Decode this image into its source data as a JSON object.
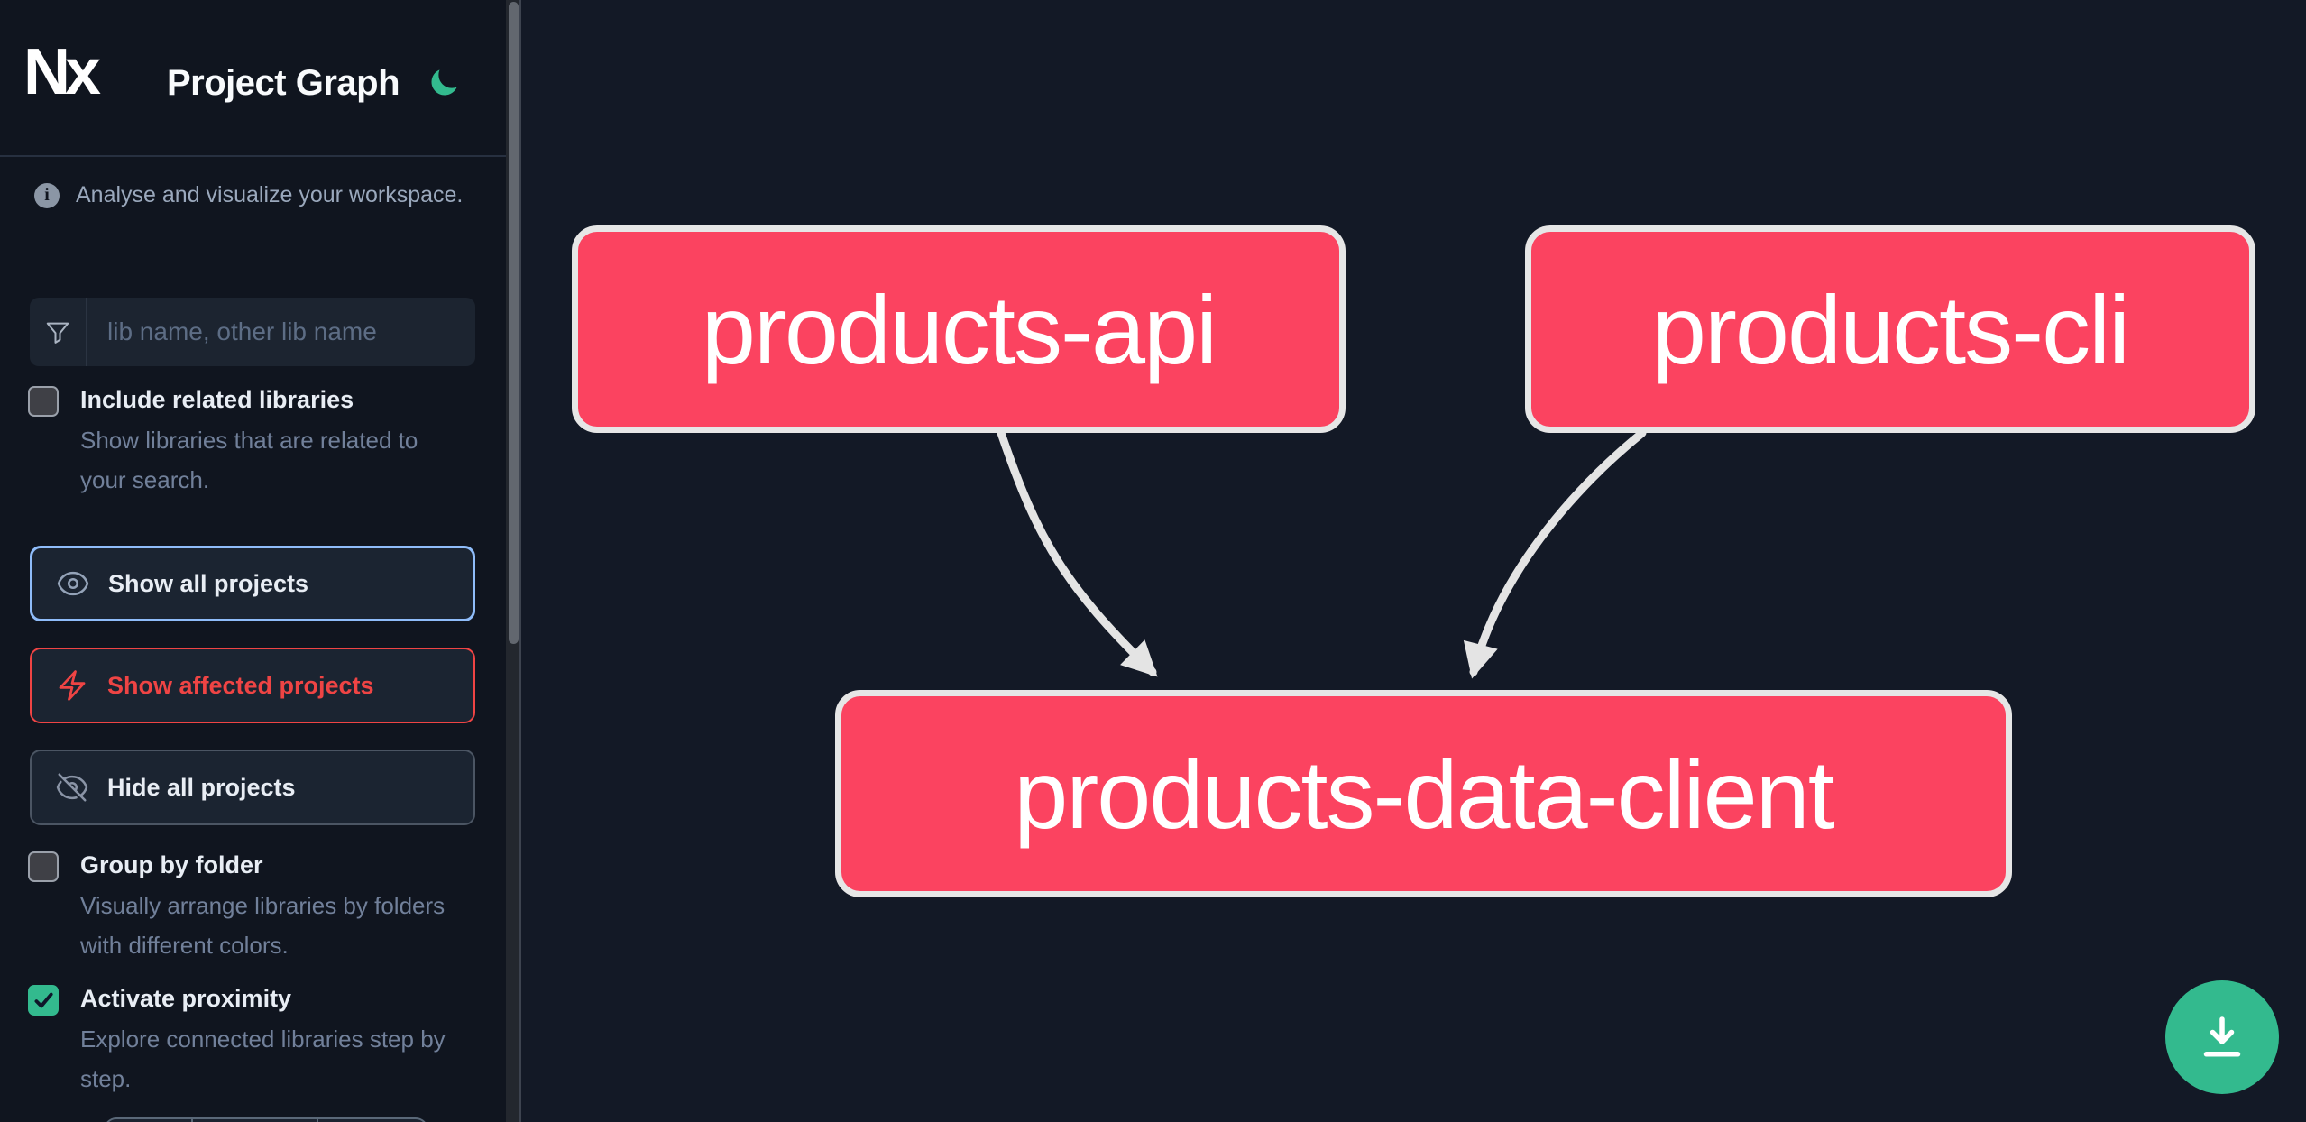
{
  "app": {
    "name": "Nx",
    "title": "Project Graph"
  },
  "colors": {
    "node_fill": "#fb4360",
    "node_border": "#e6e6e6",
    "edge": "#e4e4e4",
    "accent_green": "#33ba8e",
    "accent_blue": "#8fbcf9",
    "accent_red": "#ef4444",
    "sidebar_bg": "#10151f",
    "canvas_bg": "#131926"
  },
  "sidebar": {
    "tagline": "Analyse and visualize your workspace.",
    "search": {
      "placeholder": "lib name, other lib name"
    },
    "include_related": {
      "label": "Include related libraries",
      "description": "Show libraries that are related to your search.",
      "checked": false
    },
    "actions": [
      {
        "label": "Show all projects"
      },
      {
        "label": "Show affected projects"
      },
      {
        "label": "Hide all projects"
      }
    ],
    "group_by_folder": {
      "label": "Group by folder",
      "description": "Visually arrange libraries by folders with different colors.",
      "checked": false
    },
    "activate_proximity": {
      "label": "Activate proximity",
      "description": "Explore connected libraries step by step.",
      "checked": true
    }
  },
  "graph": {
    "nodes": [
      {
        "id": "products-api",
        "label": "products-api"
      },
      {
        "id": "products-cli",
        "label": "products-cli"
      },
      {
        "id": "products-data-client",
        "label": "products-data-client"
      }
    ],
    "edges": [
      {
        "source": "products-api",
        "target": "products-data-client"
      },
      {
        "source": "products-cli",
        "target": "products-data-client"
      }
    ]
  }
}
